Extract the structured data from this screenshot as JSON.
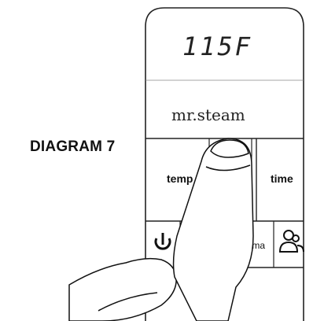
{
  "diagram": {
    "caption": "DIAGRAM 7",
    "display_reading": "115F",
    "brand": "mr.steam",
    "buttons": {
      "temp": "temp",
      "time": "time",
      "chroma": "chroma"
    },
    "icons": {
      "power": "power-icon",
      "profile": "user-profile-icon"
    }
  }
}
